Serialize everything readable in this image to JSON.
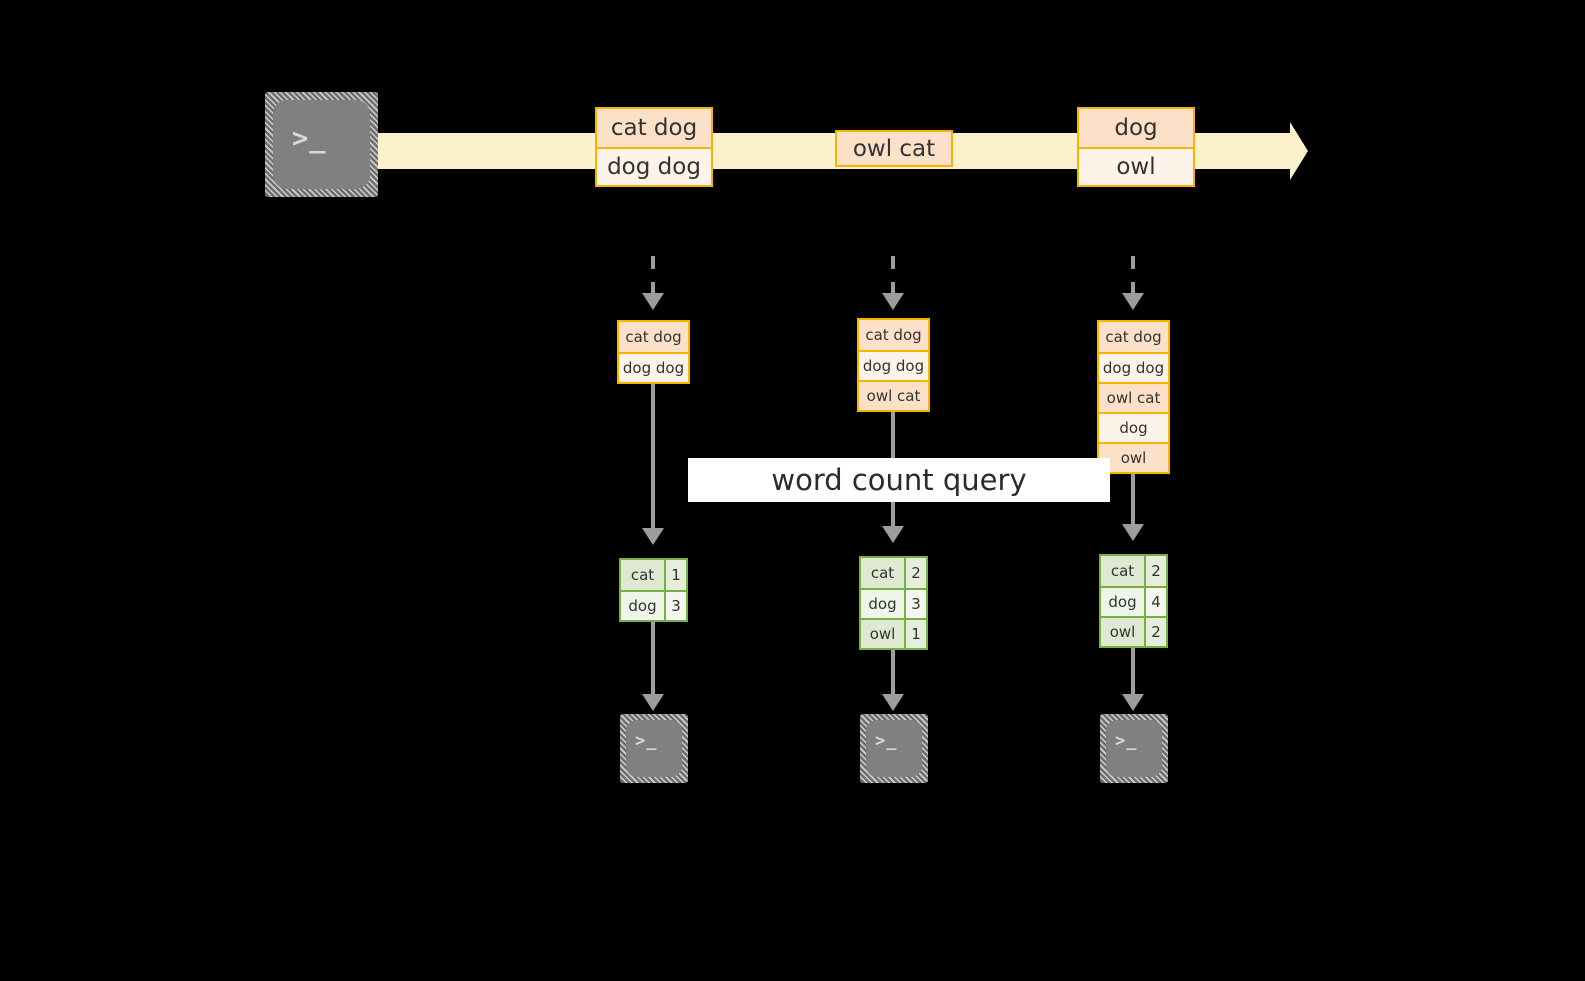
{
  "diagram": {
    "title_label": "word count query",
    "colors": {
      "background": "#000000",
      "stream_fill": "#fdf0cc",
      "record_border": "#f5b400",
      "record_fill_dark": "#fce0c8",
      "record_fill_light": "#fdf3e9",
      "table_border": "#76b043",
      "table_fill_dark": "#dfe9d2",
      "table_fill_light": "#f0f5ea",
      "connector": "#9d9d9d",
      "terminal_body": "#808080",
      "label_bg": "#ffffff"
    },
    "terminals": {
      "producer_glyph": ">_",
      "consumer_glyph": ">_"
    },
    "stream": {
      "events": [
        {
          "id": "event-1",
          "lines": [
            "cat dog",
            "dog dog"
          ]
        },
        {
          "id": "event-2",
          "lines": [
            "owl cat"
          ]
        },
        {
          "id": "event-3",
          "lines": [
            "dog",
            "owl"
          ]
        }
      ]
    },
    "snapshots": [
      {
        "id": "snapshot-1",
        "records": [
          "cat dog",
          "dog dog"
        ],
        "results": [
          {
            "word": "cat",
            "count": "1"
          },
          {
            "word": "dog",
            "count": "3"
          }
        ]
      },
      {
        "id": "snapshot-2",
        "records": [
          "cat dog",
          "dog dog",
          "owl cat"
        ],
        "results": [
          {
            "word": "cat",
            "count": "2"
          },
          {
            "word": "dog",
            "count": "3"
          },
          {
            "word": "owl",
            "count": "1"
          }
        ]
      },
      {
        "id": "snapshot-3",
        "records": [
          "cat dog",
          "dog dog",
          "owl cat",
          "dog",
          "owl"
        ],
        "results": [
          {
            "word": "cat",
            "count": "2"
          },
          {
            "word": "dog",
            "count": "4"
          },
          {
            "word": "owl",
            "count": "2"
          }
        ]
      }
    ]
  }
}
